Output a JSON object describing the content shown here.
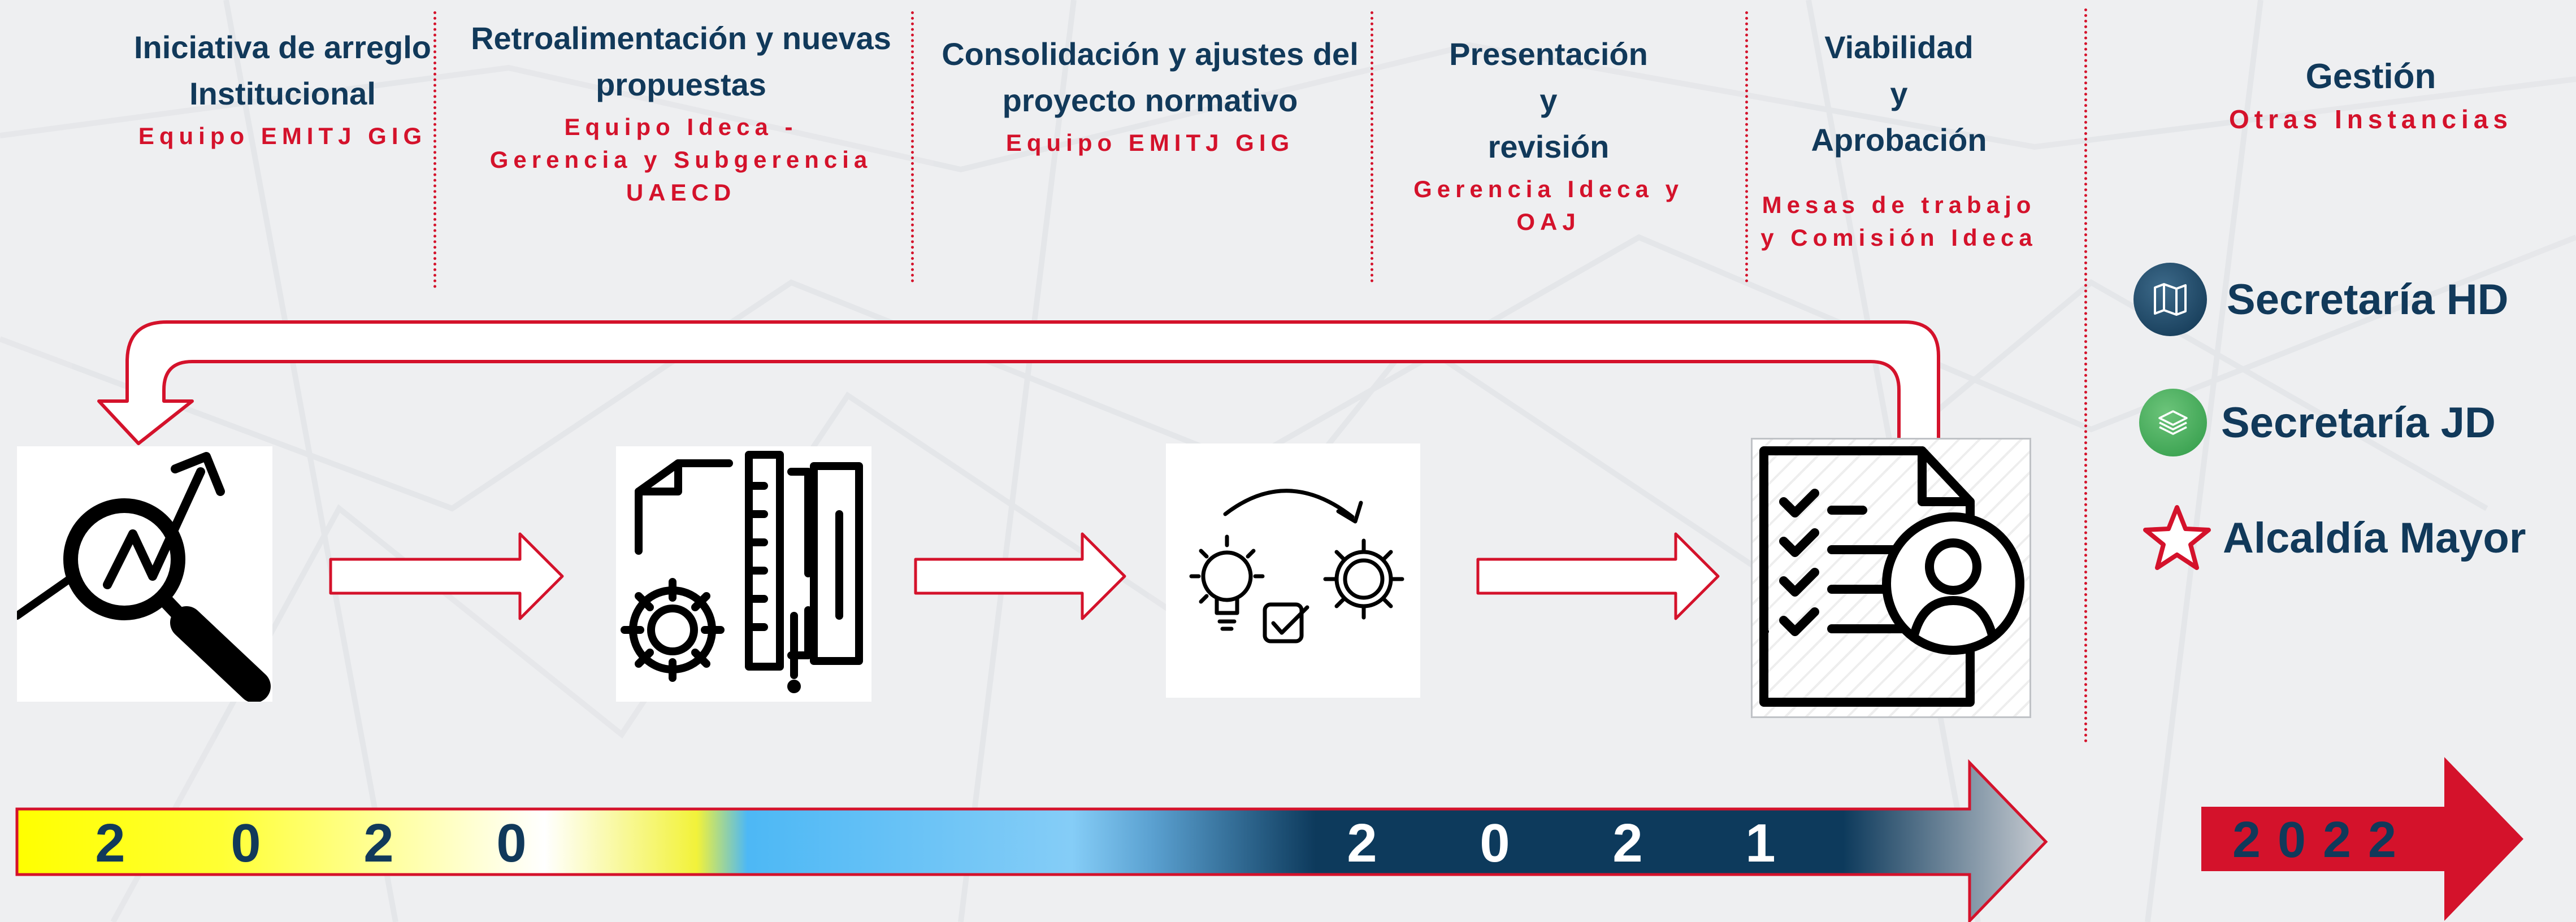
{
  "stages": [
    {
      "title_lines": [
        "Iniciativa de arreglo",
        "Institucional"
      ],
      "team_lines": [
        "Equipo EMITJ GIG"
      ]
    },
    {
      "title_lines": [
        "Retroalimentación y nuevas",
        "propuestas"
      ],
      "team_lines": [
        "Equipo Ideca -",
        "Gerencia y Subgerencia",
        "UAECD"
      ]
    },
    {
      "title_lines": [
        "Consolidación y ajustes del",
        "proyecto normativo"
      ],
      "team_lines": [
        "Equipo EMITJ GIG"
      ]
    },
    {
      "title_lines": [
        "Presentación",
        "y",
        "revisión"
      ],
      "team_lines": [
        "Gerencia Ideca y OAJ"
      ]
    },
    {
      "title_lines": [
        "Viabilidad",
        "y",
        "Aprobación"
      ],
      "team_lines": [
        "Mesas de trabajo",
        "y Comisión Ideca"
      ]
    }
  ],
  "management": {
    "title": "Gestión",
    "subtitle": "Otras Instancias",
    "entities": [
      {
        "label": "Secretaría HD",
        "icon": "map-icon",
        "color": "#1b4a6b"
      },
      {
        "label": "Secretaría JD",
        "icon": "layers-icon",
        "color": "#3aa652"
      },
      {
        "label": "Alcaldía Mayor",
        "icon": "star-icon",
        "color": "#d4122b"
      }
    ]
  },
  "process_icons": [
    "magnifier-trend-icon",
    "document-gear-ruler-icon",
    "idea-to-gear-icon",
    "checklist-person-icon"
  ],
  "timeline": {
    "year_2020": [
      "2",
      "0",
      "2",
      "0"
    ],
    "year_2021": [
      "2",
      "0",
      "2",
      "1"
    ],
    "year_2022": [
      "2",
      "0",
      "2",
      "2"
    ]
  },
  "colors": {
    "title": "#11395a",
    "accent_red": "#d4122b",
    "yellow": "#ffff00",
    "light_blue": "#4db8f5",
    "navy": "#0d2f4f"
  }
}
